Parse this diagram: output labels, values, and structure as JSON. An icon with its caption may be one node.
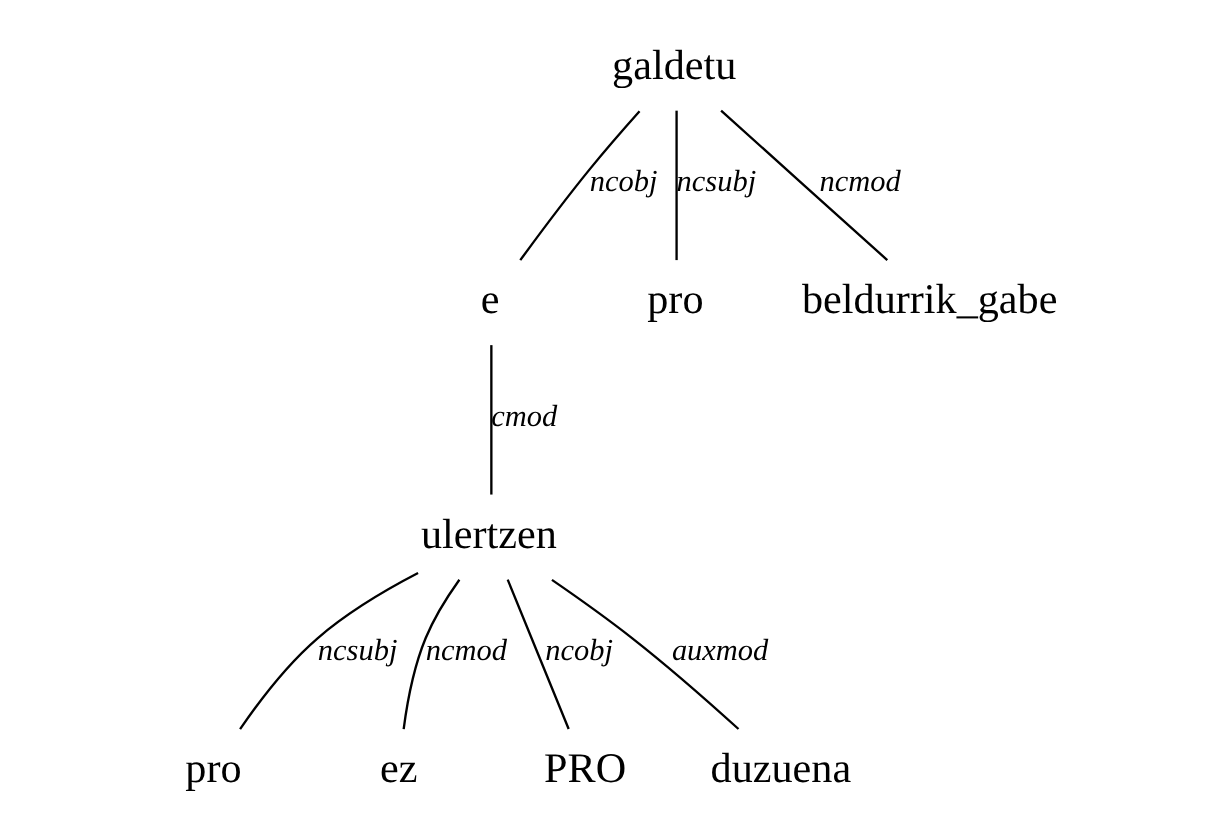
{
  "diagram": {
    "nodes": [
      {
        "text": [
          "galdetu"
        ]
      },
      {
        "text": [
          "e"
        ]
      },
      {
        "text": [
          "pro"
        ]
      },
      {
        "text": [
          "beldurrik_gabe"
        ]
      },
      {
        "text": [
          "ulertzen"
        ]
      },
      {
        "text": [
          "pro"
        ]
      },
      {
        "text": [
          "ez"
        ]
      },
      {
        "text": [
          "PRO"
        ]
      },
      {
        "text": [
          "duzuena"
        ]
      }
    ],
    "edges": [
      {
        "from": 0,
        "to": 1,
        "arrow": "none",
        "label": "ncobj"
      },
      {
        "from": 0,
        "to": 2,
        "arrow": "none",
        "label": "ncsubj"
      },
      {
        "from": 0,
        "to": 3,
        "arrow": "none",
        "label": "ncmod"
      },
      {
        "from": 1,
        "to": 4,
        "arrow": "none",
        "label": "cmod"
      },
      {
        "from": 4,
        "to": 5,
        "arrow": "none",
        "label": "ncsubj"
      },
      {
        "from": 4,
        "to": 6,
        "arrow": "none",
        "label": "ncmod"
      },
      {
        "from": 4,
        "to": 7,
        "arrow": "none",
        "label": "ncobj"
      },
      {
        "from": 4,
        "to": 8,
        "arrow": "none",
        "label": "auxmod"
      }
    ]
  }
}
